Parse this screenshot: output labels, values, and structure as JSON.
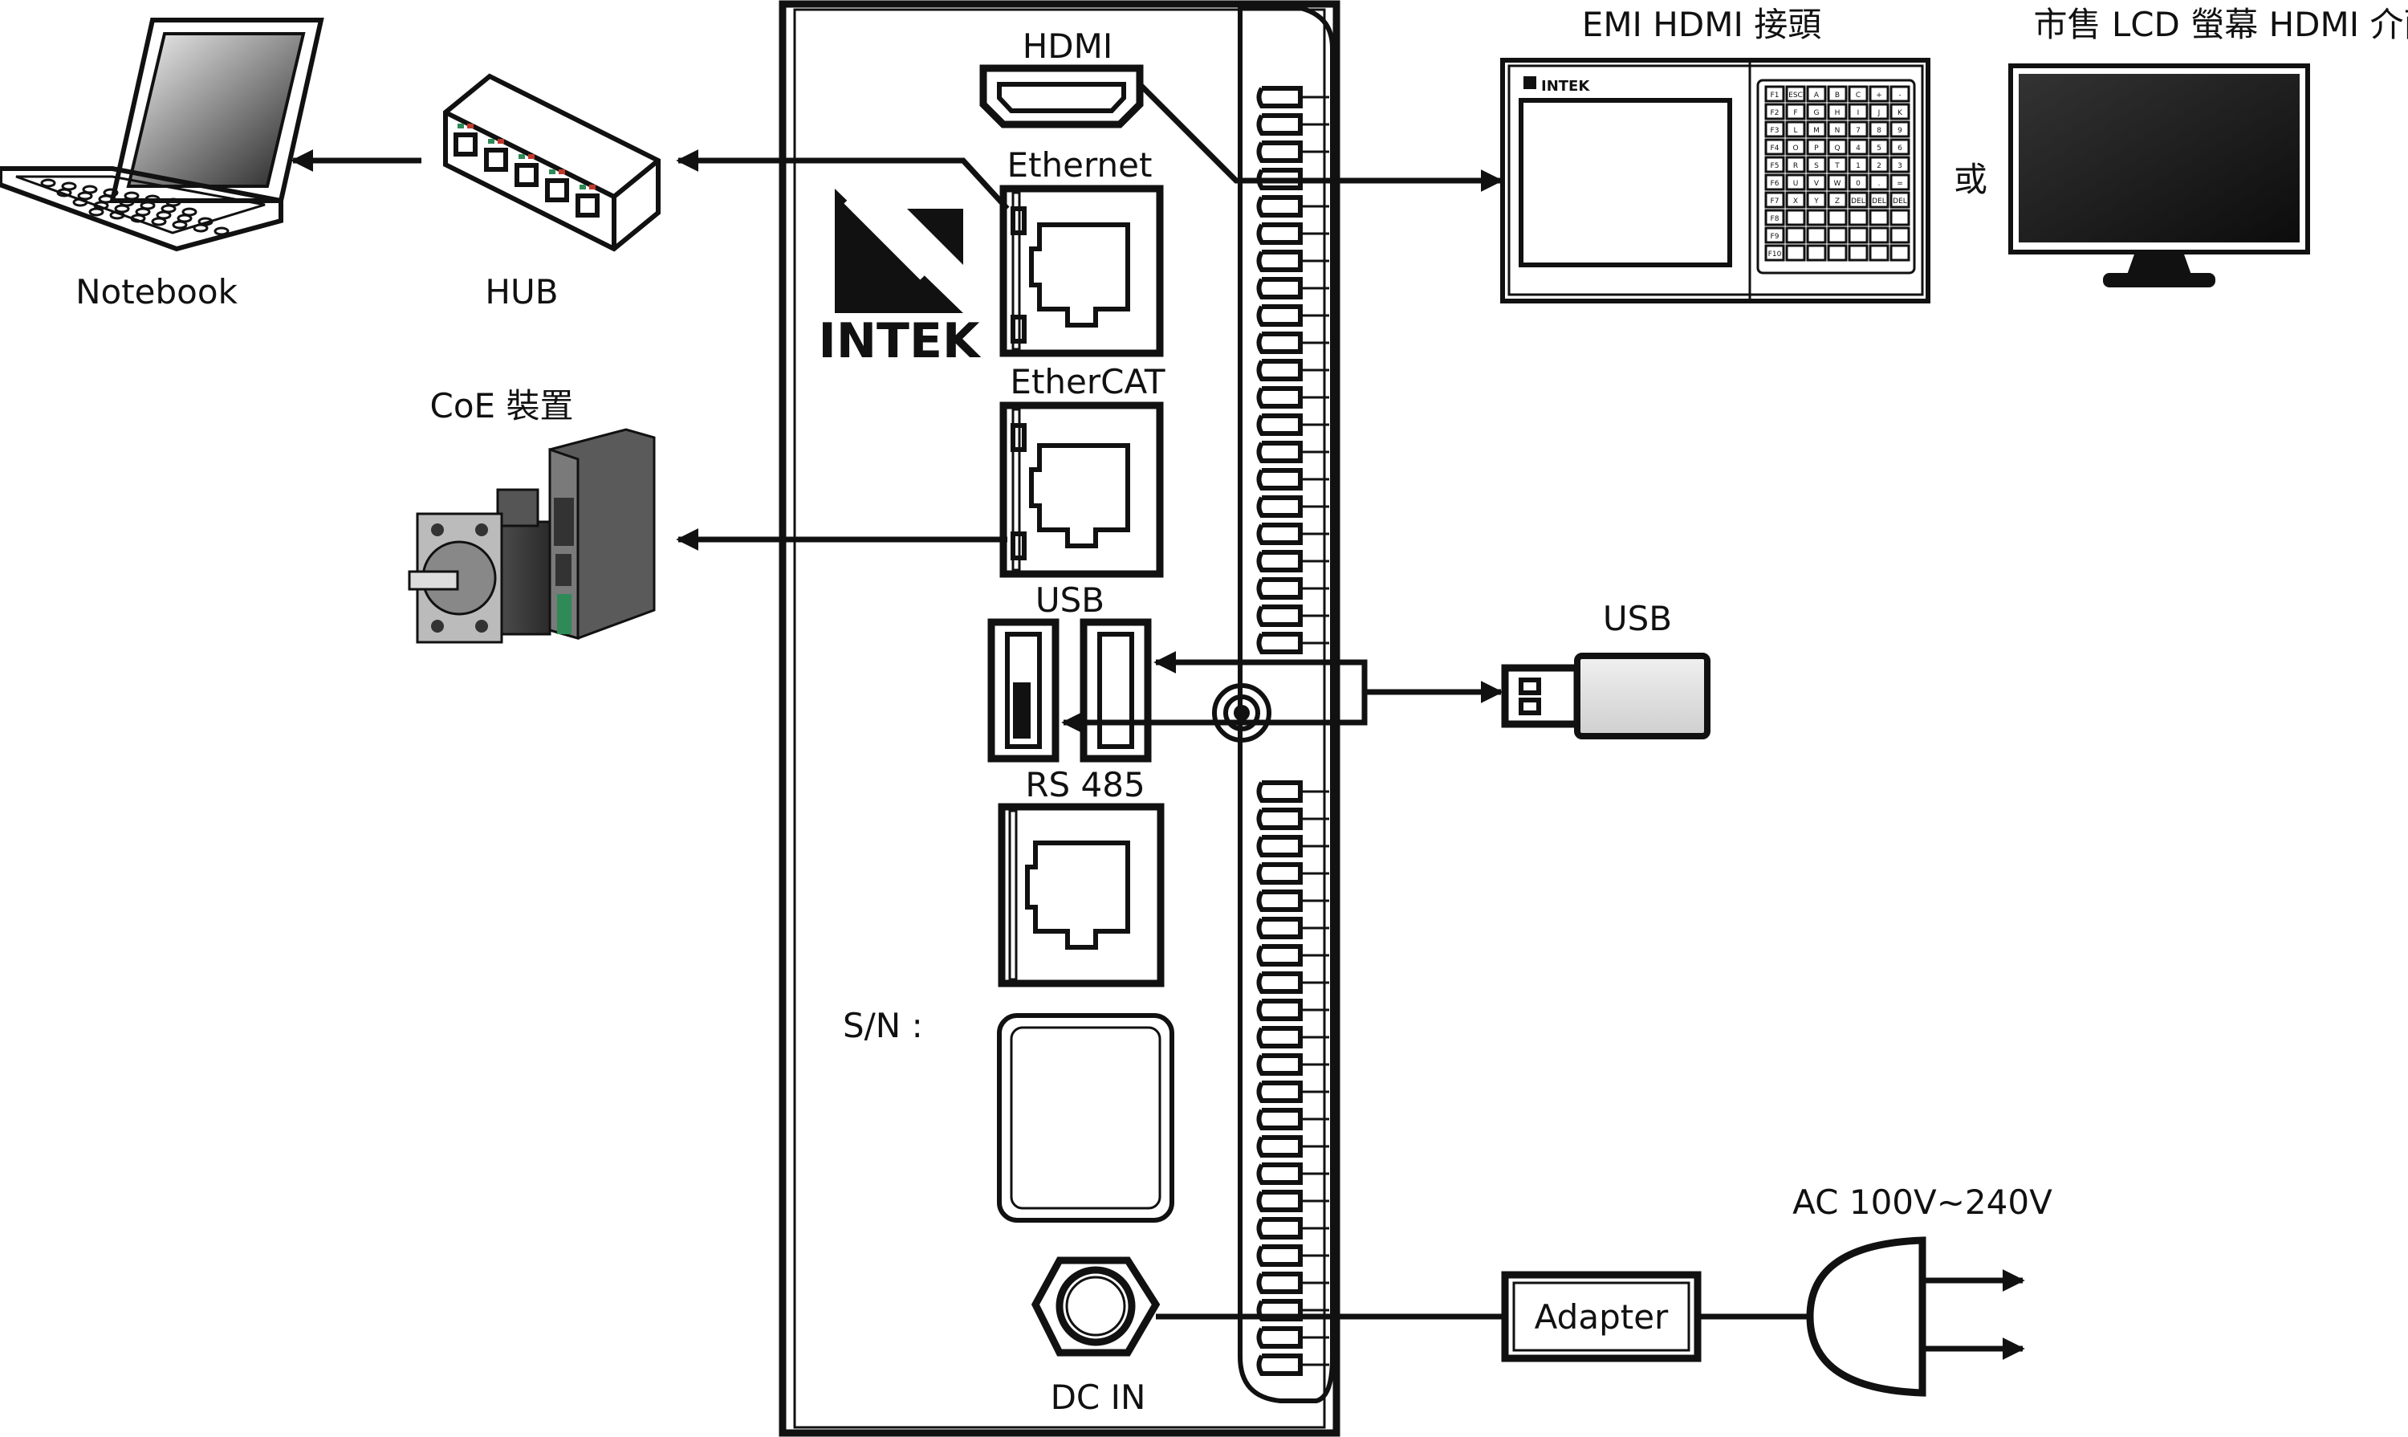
{
  "controller": {
    "logo_text": "INTEK",
    "ports": {
      "hdmi": "HDMI",
      "ethernet": "Ethernet",
      "ethercat": "EtherCAT",
      "usb": "USB",
      "rs485": "RS 485",
      "sn": "S/N :",
      "dc_in": "DC IN"
    }
  },
  "devices": {
    "notebook": "Notebook",
    "hub": "HUB",
    "coe": "CoE 裝置",
    "emi_hdmi": "EMI HDMI 接頭",
    "lcd_hdmi": "市售 LCD 螢幕 HDMI 介面",
    "or": "或",
    "usb_stick": "USB",
    "adapter": "Adapter",
    "ac_power": "AC 100V~240V",
    "emi_logo": "INTEK"
  },
  "keypad": {
    "keys": [
      [
        "F1",
        "ESC",
        "A",
        "B",
        "C",
        "+",
        "-"
      ],
      [
        "F2",
        "F",
        "G",
        "H",
        "I",
        "J",
        "K"
      ],
      [
        "F3",
        "L",
        "M",
        "N",
        "7",
        "8",
        "9"
      ],
      [
        "F4",
        "O",
        "P",
        "Q",
        "4",
        "5",
        "6"
      ],
      [
        "F5",
        "R",
        "S",
        "T",
        "1",
        "2",
        "3"
      ],
      [
        "F6",
        "U",
        "V",
        "W",
        "0",
        ".",
        "="
      ],
      [
        "F7",
        "X",
        "Y",
        "Z",
        "DEL",
        "DEL",
        "DEL"
      ],
      [
        "F8",
        "",
        "",
        "",
        "",
        "",
        ""
      ],
      [
        "F9",
        "",
        "",
        "",
        "",
        "",
        ""
      ],
      [
        "F10",
        "",
        "",
        "",
        "",
        "",
        ""
      ]
    ]
  },
  "colors": {
    "ink": "#111111",
    "screen_dark": "#1a1a1a",
    "motor_gray": "#6b6b6b",
    "hub_led_green": "#2e8b57",
    "hub_led_red": "#c0392b"
  }
}
